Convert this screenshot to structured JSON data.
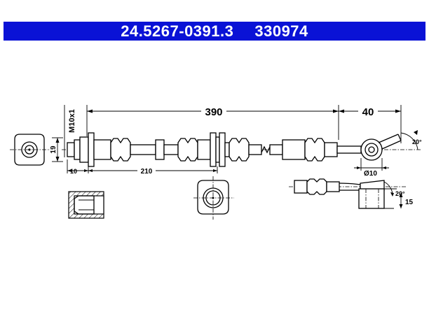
{
  "header": {
    "part_number": "24.5267-0391.3",
    "ref_number": "330974",
    "background_color": "#0a12d6",
    "text_color": "#ffffff"
  },
  "dimensions": {
    "length_main": "390",
    "length_end": "40",
    "thread": "M10x1",
    "height_left": "19",
    "offset_left": "10",
    "offset_mid": "210",
    "angle_top": "20°",
    "diameter": "Ø10",
    "angle_bottom": "20°",
    "offset_bottom": "15"
  }
}
